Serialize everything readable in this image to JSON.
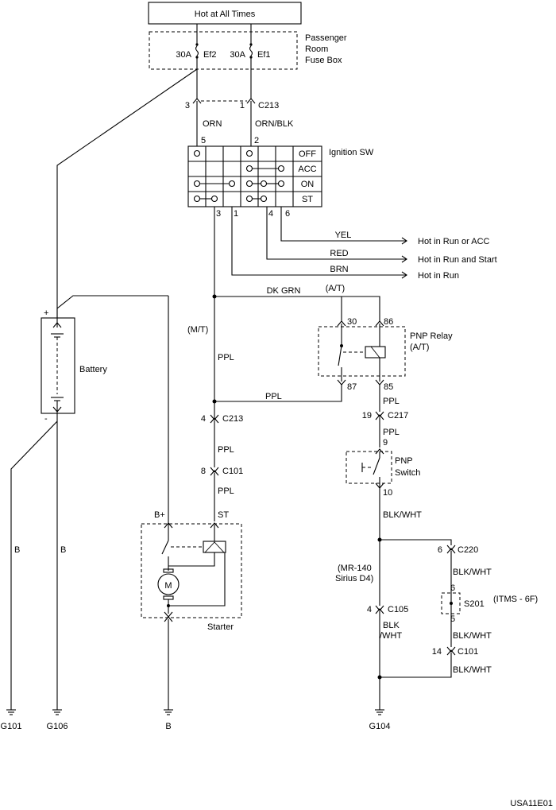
{
  "top_banner": "Hot at All Times",
  "fuse_box": {
    "label_1": "Passenger",
    "label_2": "Room",
    "label_3": "Fuse Box"
  },
  "fuses": [
    {
      "rating": "30A",
      "name": "Ef2"
    },
    {
      "rating": "30A",
      "name": "Ef1"
    }
  ],
  "c213_top": {
    "name": "C213",
    "pin_left": "3",
    "pin_right": "1"
  },
  "wires": {
    "orn": "ORN",
    "orn_blk": "ORN/BLK",
    "yel": "YEL",
    "red": "RED",
    "brn": "BRN",
    "dk_grn": "DK GRN",
    "ppl": "PPL",
    "blk_wht": "BLK/WHT",
    "blk": "BLK",
    "wht": "/WHT",
    "b": "B"
  },
  "ignition": {
    "name": "Ignition SW",
    "pin_top_left": "5",
    "pin_top_right": "2",
    "pins_bottom": [
      "3",
      "1",
      "4",
      "6"
    ],
    "positions": [
      "OFF",
      "ACC",
      "ON",
      "ST"
    ]
  },
  "outputs": [
    "Hot in Run or ACC",
    "Hot in Run and Start",
    "Hot in Run"
  ],
  "at_label": "(A/T)",
  "mt_label": "(M/T)",
  "pnp_relay": {
    "name": "PNP Relay",
    "sub": "(A/T)",
    "pins": [
      "30",
      "86",
      "87",
      "85"
    ]
  },
  "c217": {
    "name": "C217",
    "pin": "19"
  },
  "pnp_switch": {
    "name_1": "PNP",
    "name_2": "Switch",
    "pin_in": "9",
    "pin_out": "10"
  },
  "c213_mid": {
    "name": "C213",
    "pin": "4"
  },
  "c101_left": {
    "name": "C101",
    "pin": "8"
  },
  "starter": {
    "name": "Starter",
    "b_plus": "B+",
    "st": "ST",
    "motor": "M"
  },
  "battery": {
    "name": "Battery",
    "plus": "+",
    "minus": "-"
  },
  "variant_note": {
    "line1": "(MR-140",
    "line2": "Sirius D4)"
  },
  "c105": {
    "name": "C105",
    "pin": "4"
  },
  "c220": {
    "name": "C220",
    "pin": "6"
  },
  "s201": {
    "name": "S201",
    "pin_top": "6",
    "pin_bottom": "5",
    "note": "(ITMS - 6F)"
  },
  "c101_right": {
    "name": "C101",
    "pin": "14"
  },
  "grounds": [
    "G101",
    "G106",
    "B",
    "G104"
  ],
  "figure_code": "USA11E01"
}
